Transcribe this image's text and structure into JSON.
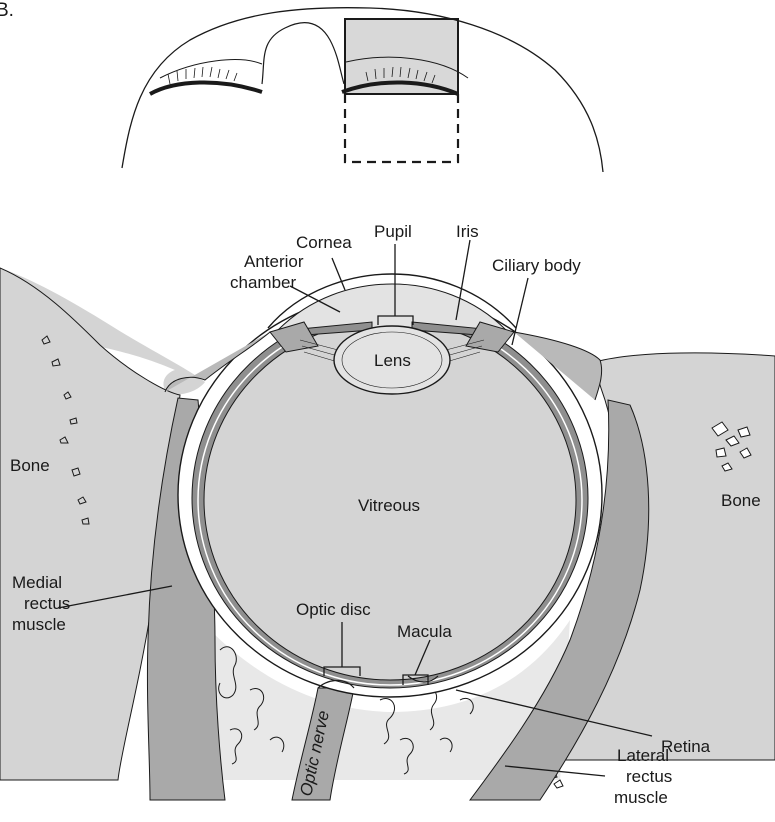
{
  "panel_letter": "B.",
  "labels": {
    "cornea": "Cornea",
    "pupil": "Pupil",
    "iris": "Iris",
    "anterior_chamber": [
      "Anterior",
      "chamber"
    ],
    "ciliary_body": "Ciliary body",
    "lens": "Lens",
    "bone_left": "Bone",
    "bone_right": "Bone",
    "vitreous": "Vitreous",
    "optic_disc": "Optic disc",
    "macula": "Macula",
    "medial_rectus": [
      "Medial",
      "rectus",
      "muscle"
    ],
    "retina": "Retina",
    "lateral_rectus": [
      "Lateral",
      "rectus",
      "muscle"
    ],
    "optic_nerve": "Optic nerve"
  },
  "colors": {
    "tissue": "#d4d4d4",
    "muscle": "#a9a9a9",
    "layer": "#8f8f8f",
    "line": "#1a1a1a",
    "highlight": "#e3e3e3"
  }
}
